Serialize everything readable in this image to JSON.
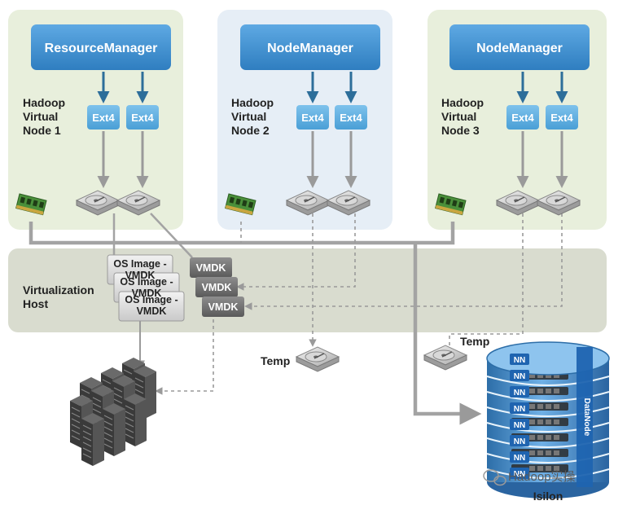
{
  "nodes": [
    {
      "manager": "ResourceManager",
      "label": "Hadoop\nVirtual\nNode 1",
      "fs": [
        "Ext4",
        "Ext4"
      ]
    },
    {
      "manager": "NodeManager",
      "label": "Hadoop\nVirtual\nNode 2",
      "fs": [
        "Ext4",
        "Ext4"
      ]
    },
    {
      "manager": "NodeManager",
      "label": "Hadoop\nVirtual\nNode 3",
      "fs": [
        "Ext4",
        "Ext4"
      ]
    }
  ],
  "virtualization": {
    "label": "Virtualization\nHost",
    "os_images": [
      "OS Image -\nVMDK",
      "OS Image -\nVMDK",
      "OS Image -\nVMDK"
    ],
    "vmdks": [
      "VMDK",
      "VMDK",
      "VMDK"
    ]
  },
  "temp_labels": [
    "Temp",
    "Temp"
  ],
  "isilon": {
    "label": "Isilon",
    "side_label": "DataNode",
    "nn_labels": [
      "NN",
      "NN",
      "NN",
      "NN",
      "NN",
      "NN",
      "NN",
      "NN"
    ]
  },
  "watermark": "Hadoop实操",
  "colors": {
    "manager_blue": "#3d8fd0",
    "ext4_blue": "#5aaee0",
    "panel_green": "#e8efdc",
    "panel_blue": "#e6eef6",
    "host_gray": "#d9dccf",
    "arrow_gray": "#9a9a9a",
    "arrow_blue": "#2d6e9a"
  }
}
